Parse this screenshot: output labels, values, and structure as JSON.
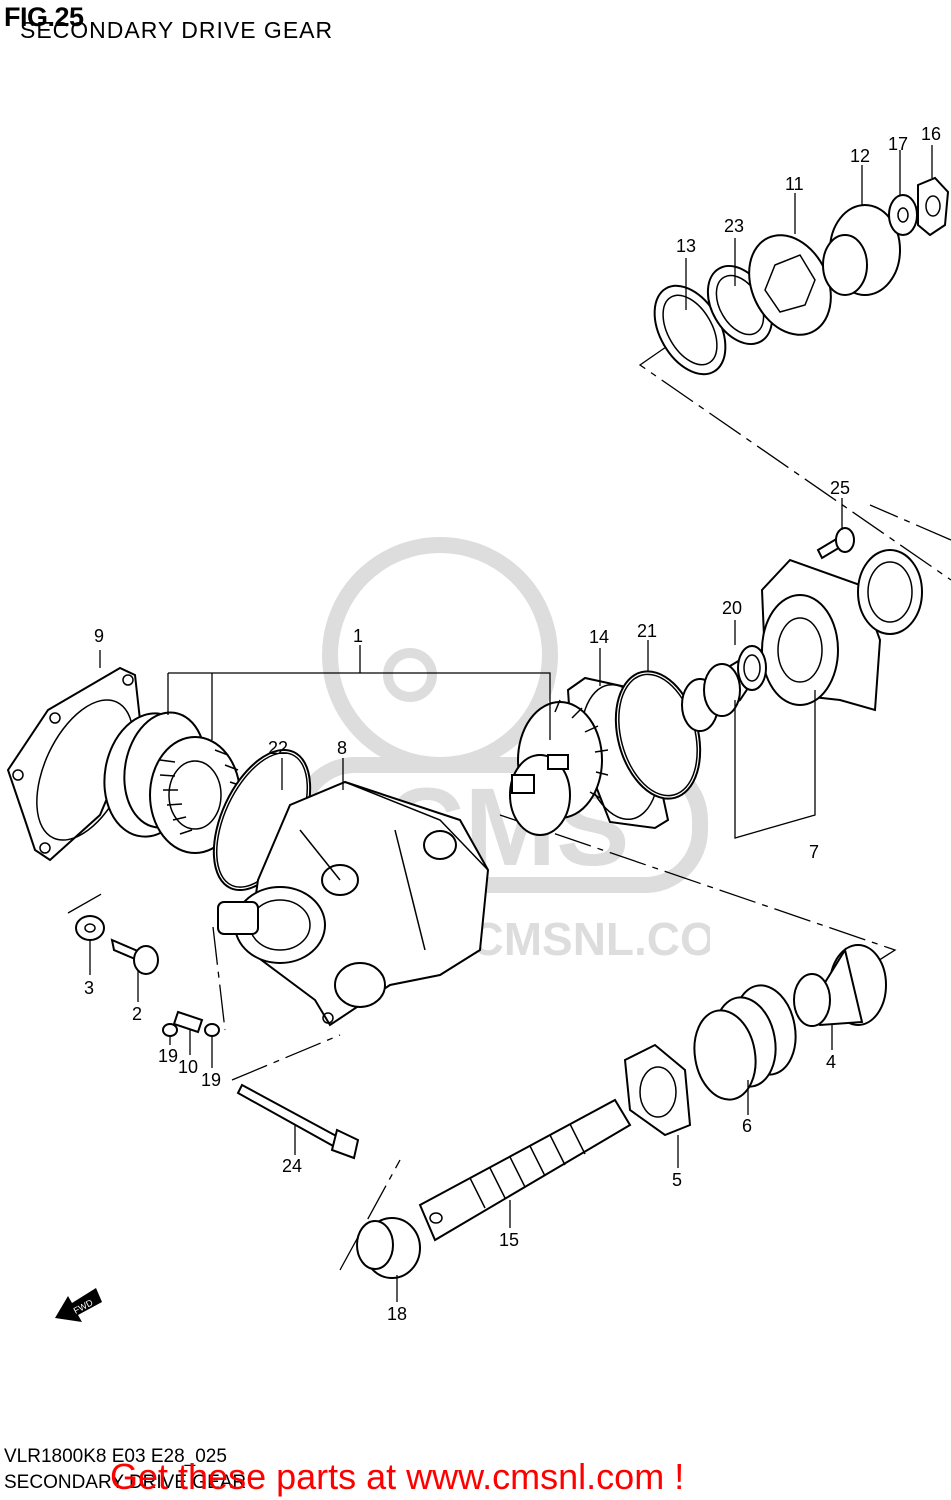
{
  "header": {
    "fig_label": "FIG.25",
    "subtitle": "SECONDARY DRIVE GEAR"
  },
  "footer": {
    "model_code": "VLR1800K8 E03 E28_025",
    "subtitle": "SECONDARY DRIVE GEAR",
    "cta": "Get these parts at www.cmsnl.com !"
  },
  "watermark": {
    "text": "WWW.CMSNL.COM",
    "brand": "CMS"
  },
  "fwd_arrow": {
    "label": "FWD"
  },
  "callouts": [
    "1",
    "2",
    "3",
    "4",
    "5",
    "6",
    "7",
    "8",
    "9",
    "10",
    "11",
    "12",
    "13",
    "14",
    "15",
    "16",
    "17",
    "18",
    "19",
    "19",
    "20",
    "21",
    "22",
    "23",
    "24",
    "25"
  ]
}
